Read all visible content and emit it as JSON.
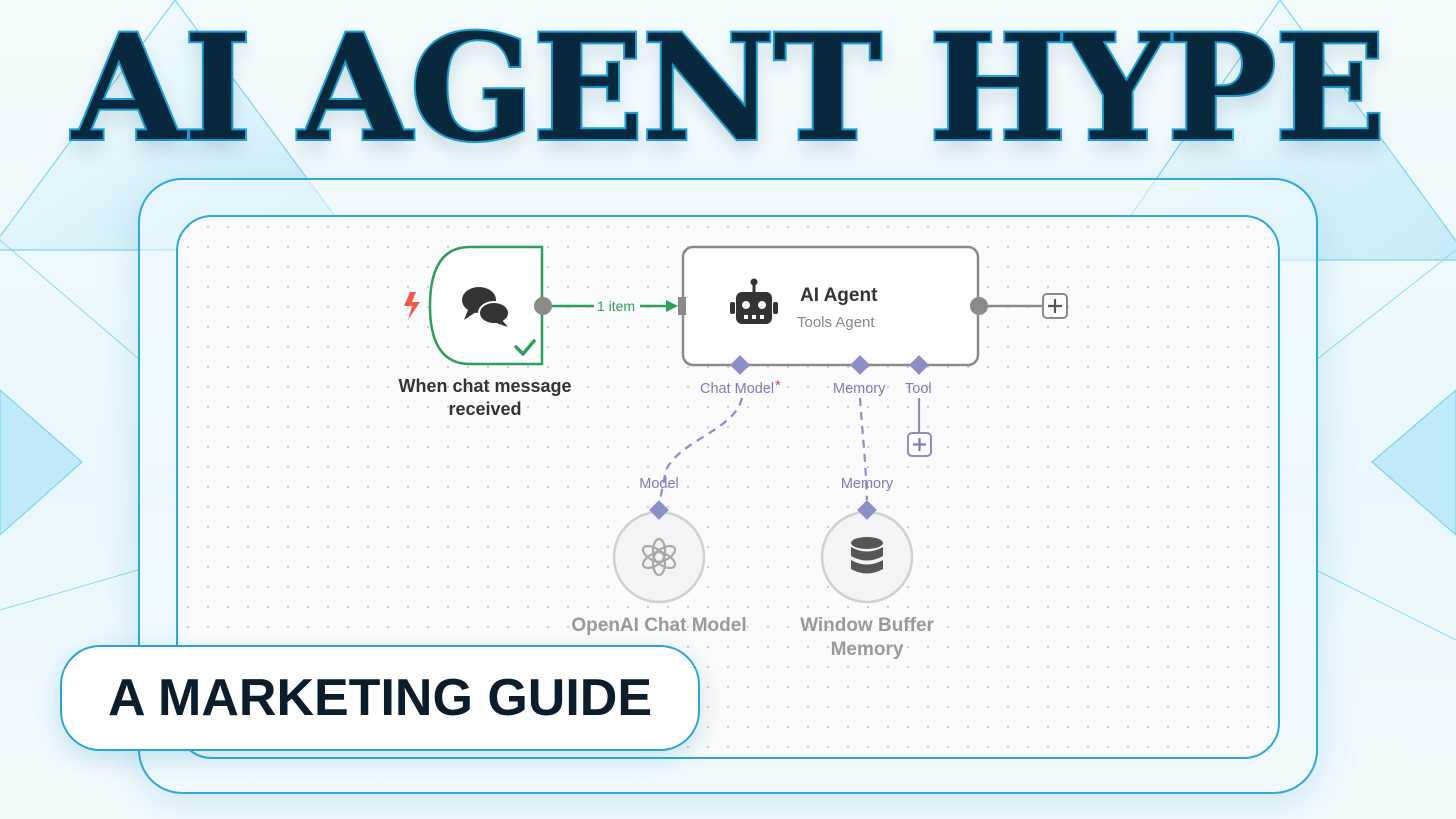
{
  "headline": "AI AGENT HYPE",
  "subtitle": "A MARKETING GUIDE",
  "colors": {
    "accent": "#1aa3d9",
    "headline_fill": "#07283d",
    "success": "#2e9e5a",
    "trigger": "#ef5a4a",
    "port": "#8c8fc4",
    "node_border": "#8a8a8a"
  },
  "workflow": {
    "trigger_node": {
      "label_line1": "When chat message",
      "label_line2": "received",
      "icon": "chat-bubbles-icon",
      "status_icon": "checkmark-icon",
      "trigger_icon": "lightning-icon"
    },
    "connection_label": "1 item",
    "agent_node": {
      "title": "AI Agent",
      "subtitle": "Tools Agent",
      "icon": "robot-icon",
      "ports": {
        "chat_model": "Chat Model",
        "required_mark": "*",
        "memory": "Memory",
        "tool": "Tool"
      }
    },
    "model_node": {
      "port_label": "Model",
      "label": "OpenAI Chat Model",
      "icon": "openai-icon"
    },
    "memory_node": {
      "port_label": "Memory",
      "label_line1": "Window Buffer",
      "label_line2": "Memory",
      "icon": "database-icon"
    }
  }
}
